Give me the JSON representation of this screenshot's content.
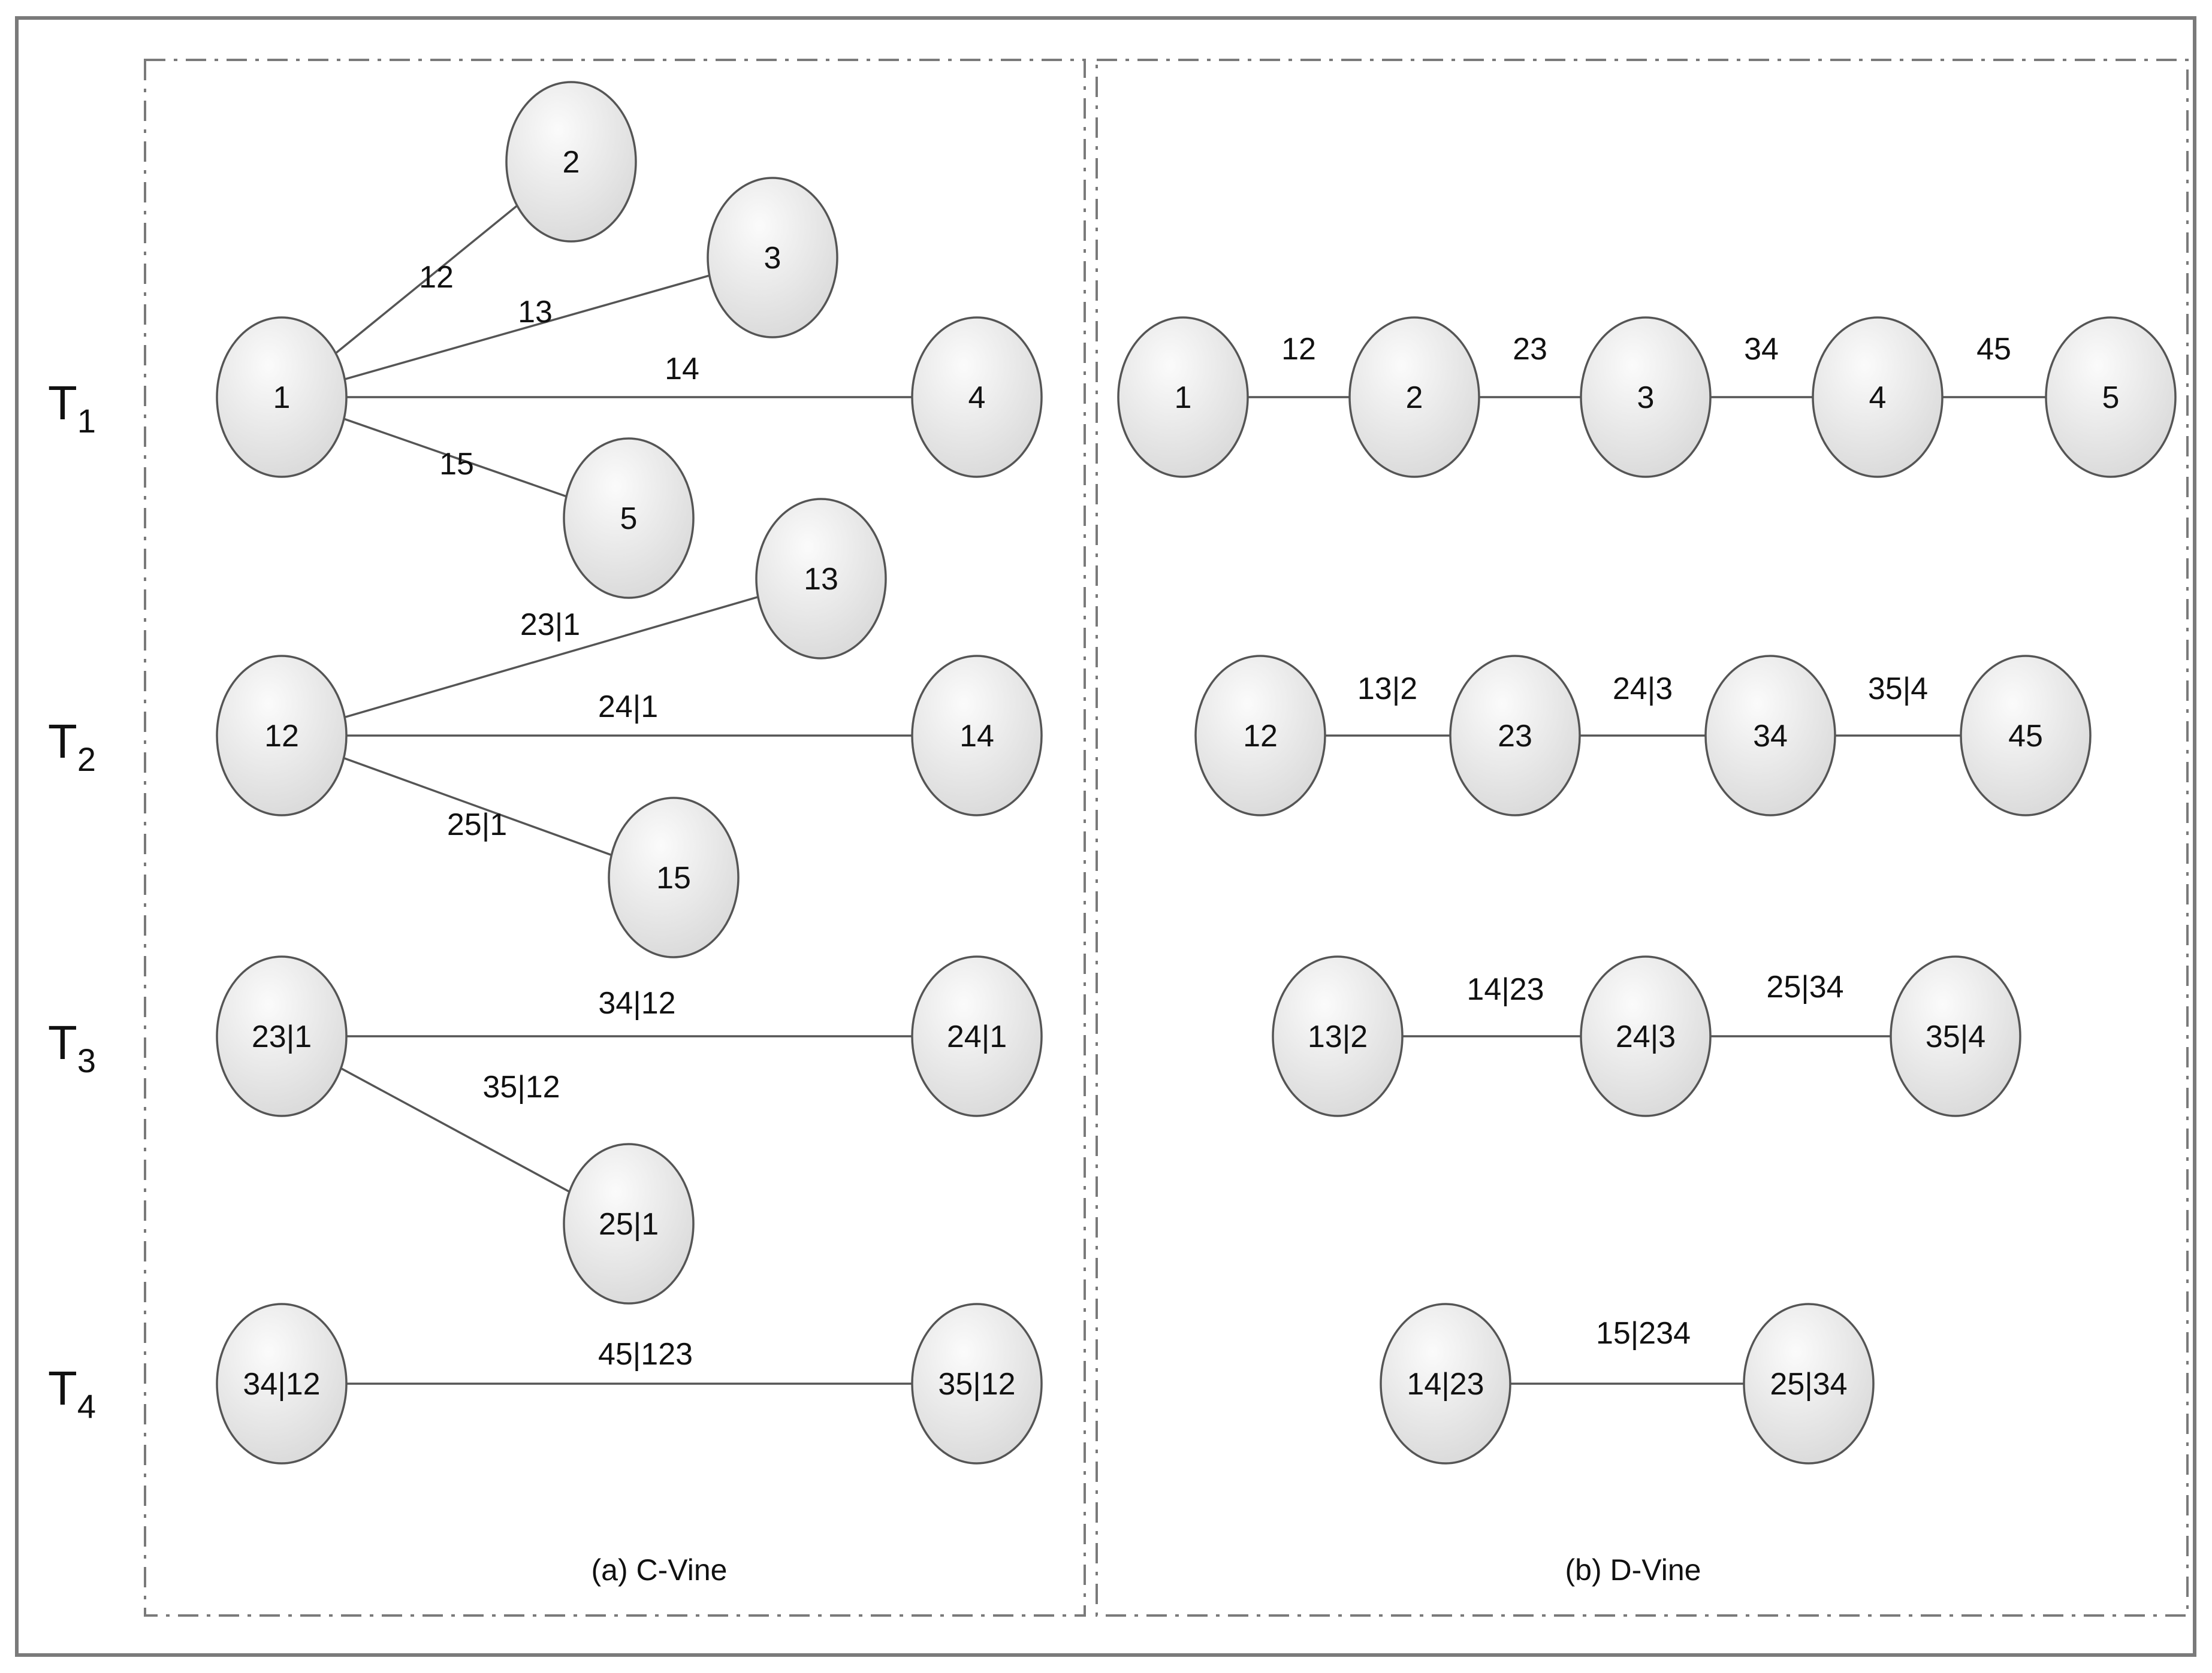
{
  "tree_labels": [
    {
      "letter": "T",
      "sub": "1"
    },
    {
      "letter": "T",
      "sub": "2"
    },
    {
      "letter": "T",
      "sub": "3"
    },
    {
      "letter": "T",
      "sub": "4"
    }
  ],
  "panels": {
    "cvine": {
      "caption": "(a) C-Vine",
      "trees": [
        {
          "nodes": [
            "1",
            "2",
            "3",
            "4",
            "5"
          ],
          "edges": [
            {
              "from": 0,
              "to": 1,
              "label": "12"
            },
            {
              "from": 0,
              "to": 2,
              "label": "13"
            },
            {
              "from": 0,
              "to": 3,
              "label": "14"
            },
            {
              "from": 0,
              "to": 4,
              "label": "15"
            }
          ]
        },
        {
          "nodes": [
            "12",
            "13",
            "14",
            "15"
          ],
          "edges": [
            {
              "from": 0,
              "to": 1,
              "label": "23|1"
            },
            {
              "from": 0,
              "to": 2,
              "label": "24|1"
            },
            {
              "from": 0,
              "to": 3,
              "label": "25|1"
            }
          ]
        },
        {
          "nodes": [
            "23|1",
            "24|1",
            "25|1"
          ],
          "edges": [
            {
              "from": 0,
              "to": 1,
              "label": "34|12"
            },
            {
              "from": 0,
              "to": 2,
              "label": "35|12"
            }
          ]
        },
        {
          "nodes": [
            "34|12",
            "35|12"
          ],
          "edges": [
            {
              "from": 0,
              "to": 1,
              "label": "45|123"
            }
          ]
        }
      ]
    },
    "dvine": {
      "caption": "(b) D-Vine",
      "trees": [
        {
          "nodes": [
            "1",
            "2",
            "3",
            "4",
            "5"
          ],
          "edges": [
            {
              "from": 0,
              "to": 1,
              "label": "12"
            },
            {
              "from": 1,
              "to": 2,
              "label": "23"
            },
            {
              "from": 2,
              "to": 3,
              "label": "34"
            },
            {
              "from": 3,
              "to": 4,
              "label": "45"
            }
          ]
        },
        {
          "nodes": [
            "12",
            "23",
            "34",
            "45"
          ],
          "edges": [
            {
              "from": 0,
              "to": 1,
              "label": "13|2"
            },
            {
              "from": 1,
              "to": 2,
              "label": "24|3"
            },
            {
              "from": 2,
              "to": 3,
              "label": "35|4"
            }
          ]
        },
        {
          "nodes": [
            "13|2",
            "24|3",
            "35|4"
          ],
          "edges": [
            {
              "from": 0,
              "to": 1,
              "label": "14|23"
            },
            {
              "from": 1,
              "to": 2,
              "label": "25|34"
            }
          ]
        },
        {
          "nodes": [
            "14|23",
            "25|34"
          ],
          "edges": [
            {
              "from": 0,
              "to": 1,
              "label": "15|234"
            }
          ]
        }
      ]
    }
  },
  "colors": {
    "node_fill_light": "#fbfbfb",
    "node_fill_dark": "#d9d9d9",
    "stroke": "#555555",
    "frame": "#7a7a7a"
  }
}
